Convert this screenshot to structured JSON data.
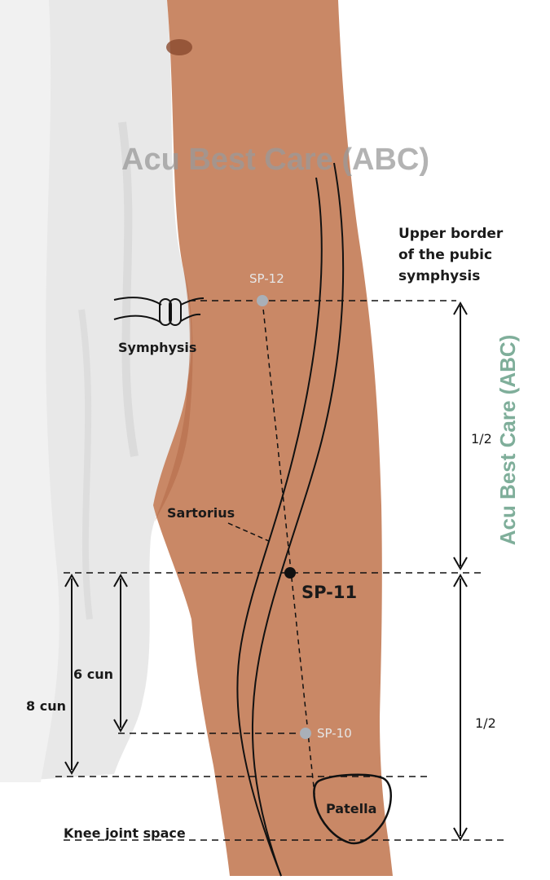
{
  "watermark": {
    "text": "Acu Best Care (ABC)",
    "color_horizontal": "#9a9a9a",
    "color_vertical": "#7fae9a"
  },
  "labels": {
    "upper_border": [
      "Upper border",
      "of the pubic",
      "symphysis"
    ],
    "symphysis": "Symphysis",
    "sartorius": "Sartorius",
    "half_upper": "1/2",
    "half_lower": "1/2",
    "six_cun": "6 cun",
    "eight_cun": "8 cun",
    "patella": "Patella",
    "knee_joint": "Knee joint space"
  },
  "points": {
    "sp12": "SP-12",
    "sp11": "SP-11",
    "sp10": "SP-10"
  },
  "colors": {
    "skin": "#c98866",
    "skin_dark": "#b8714f",
    "cloth": "#e9e9e9",
    "cloth_shadow": "#d7d7d7",
    "line": "#111111",
    "acupoint_minor": "#a9b0b8"
  }
}
